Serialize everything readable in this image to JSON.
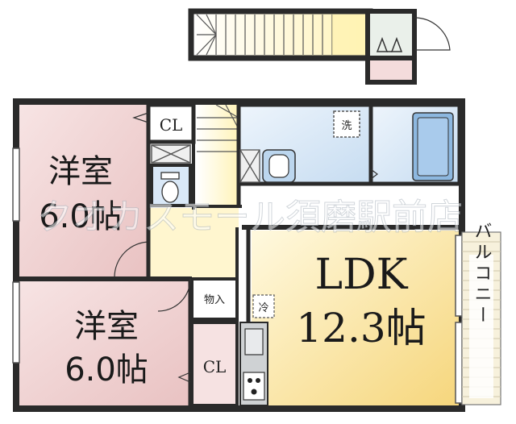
{
  "plan": {
    "rooms": {
      "western_room_1": {
        "name": "洋室",
        "size": "6.0帖"
      },
      "western_room_2": {
        "name": "洋室",
        "size": "6.0帖"
      },
      "ldk": {
        "name": "LDK",
        "size": "12.3帖"
      },
      "closet_1": "CL",
      "closet_2": "CL",
      "storage": "物入",
      "balcony": "バルコニー",
      "laundry": "洗",
      "fridge": "冷"
    },
    "watermark": "クオカスモール須磨駅前店",
    "colors": {
      "western_room": "#f2d6d6",
      "ldk_light": "#fff6cf",
      "ldk_dark": "#f7dc84",
      "wet_area": "#d7e7f7",
      "stair": "#fff8d0",
      "wall": "#2a2a2a"
    }
  }
}
